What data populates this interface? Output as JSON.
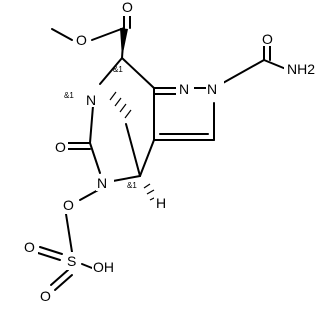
{
  "molecule": {
    "atoms": {
      "n_pyrazole_1": "N",
      "n_pyrazole_2": "N",
      "n_carboxamide": "NH2",
      "o_amide": "O",
      "o_ester_carbonyl": "O",
      "o_ester": "O",
      "n_bridge": "N",
      "o_urea": "O",
      "n_urea": "N",
      "o_sulfate_link": "O",
      "s_sulfate": "S",
      "o_sulfate_1": "O",
      "o_sulfate_2": "O",
      "oh_sulfate": "OH",
      "h_bridgehead": "H"
    },
    "stereo_labels": {
      "upper_n": "&1",
      "upper_c": "&1",
      "lower_c": "&1"
    }
  }
}
